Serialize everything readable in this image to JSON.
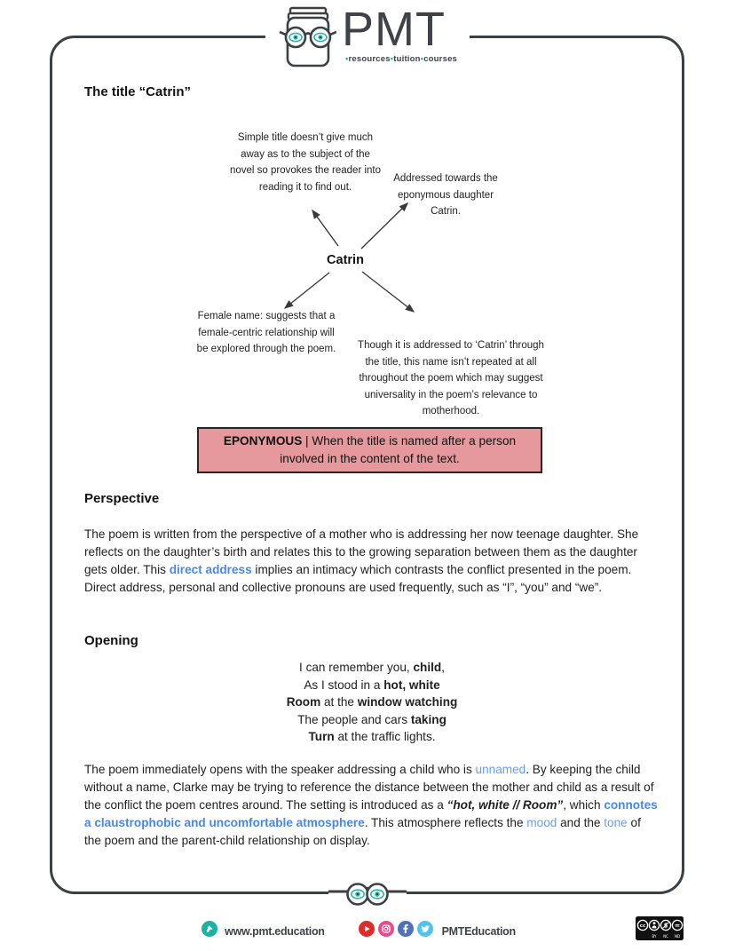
{
  "logo": {
    "brand": "PMT",
    "bullet": "•",
    "tagline_words": [
      "resources",
      "tuition",
      "courses"
    ]
  },
  "content": {
    "title": "The title “Catrin”"
  },
  "mindmap": {
    "center": "Catrin",
    "nodes": [
      {
        "id": "top-left",
        "text": "Simple title doesn’t give much away as to the subject of the novel so provokes the reader into reading it to find out."
      },
      {
        "id": "top-right",
        "text": "Addressed towards the eponymous daughter Catrin."
      },
      {
        "id": "bottom-left",
        "text": "Female name: suggests that a female-centric relationship will be explored through the poem."
      },
      {
        "id": "bottom-right",
        "text": "Though it is addressed to ‘Catrin’ through the title, this name isn’t repeated at all throughout the poem which may suggest universality in the poem’s relevance to motherhood."
      }
    ]
  },
  "definition_box": {
    "term": "EPONYMOUS",
    "separator": " | ",
    "definition": "When the title is named after a person involved in the content of the text.",
    "bg_color": "#e5999c",
    "border_color": "#262626"
  },
  "perspective": {
    "heading": "Perspective",
    "paragraph": [
      {
        "text": "The poem is written from the perspective of a mother who is addressing her now teenage daughter. She reflects on the daughter’s birth and relates this to the growing separation between them as the daughter gets older. This "
      },
      {
        "text": "direct address",
        "style": "blue-bold"
      },
      {
        "text": " implies an intimacy which contrasts the conflict presented in the poem. Direct address, personal and collective pronouns are used frequently, such as “I”, “you” and “we”."
      }
    ]
  },
  "opening": {
    "heading": "Opening",
    "poem_lines": [
      [
        {
          "text": "I can remember you, "
        },
        {
          "text": "child",
          "style": "bold"
        },
        {
          "text": ","
        }
      ],
      [
        {
          "text": "As I stood in a "
        },
        {
          "text": "hot, white",
          "style": "bold"
        }
      ],
      [
        {
          "text": "Room",
          "style": "bold"
        },
        {
          "text": " at the "
        },
        {
          "text": "window watching",
          "style": "bold"
        }
      ],
      [
        {
          "text": "The people and cars "
        },
        {
          "text": "taking",
          "style": "bold"
        }
      ],
      [
        {
          "text": "Turn",
          "style": "bold"
        },
        {
          "text": " at the traffic lights."
        }
      ]
    ],
    "paragraph": [
      {
        "text": "The poem immediately opens with the speaker addressing a child who is "
      },
      {
        "text": "unnamed",
        "style": "blue"
      },
      {
        "text": ". By keeping the child without a name, Clarke may be trying to reference the distance between the mother and child as a result of the conflict the poem centres around. The setting is introduced as a "
      },
      {
        "text": "“hot, white // Room”",
        "style": "bold-italic"
      },
      {
        "text": ", which "
      },
      {
        "text": "connotes a claustrophobic and uncomfortable atmosphere",
        "style": "blue-bold"
      },
      {
        "text": ". This atmosphere reflects the "
      },
      {
        "text": "mood",
        "style": "blue"
      },
      {
        "text": " and the "
      },
      {
        "text": "tone",
        "style": "blue"
      },
      {
        "text": " of the poem and the parent-child relationship on display."
      }
    ]
  },
  "footer": {
    "website": "www.pmt.education",
    "social_handle": "PMTEducation",
    "license_labels": [
      "BY",
      "NC",
      "ND"
    ],
    "license_symbol": "CC"
  },
  "colors": {
    "accent_teal": "#26b6a6",
    "frame_gray": "#3c4043",
    "glossary_blue": "#4a86e8",
    "glossary_blue_light": "#6d9eeb",
    "definition_pink": "#e5999c",
    "youtube_red": "#e02b2b",
    "instagram_pink": "#e94a8c",
    "facebook_blue": "#4e71ba",
    "twitter_blue": "#53c1ee"
  }
}
